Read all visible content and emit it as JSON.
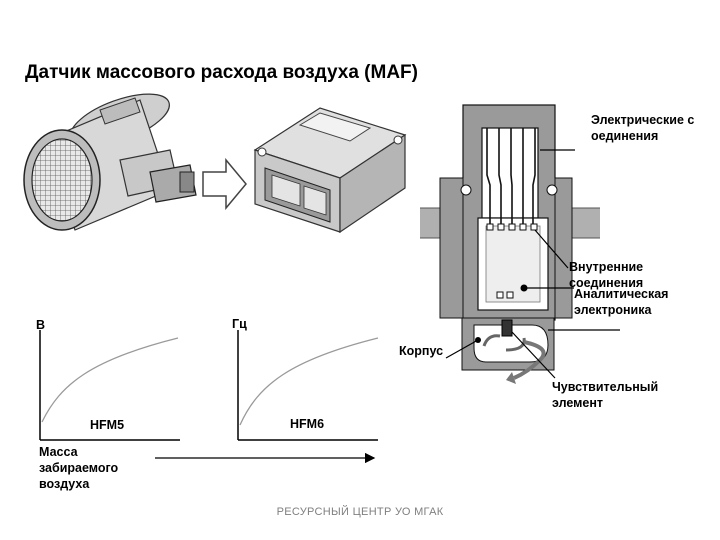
{
  "title": "Датчик массового расхода воздуха (MAF)",
  "labels": {
    "electric_connections": "Электрические соединения",
    "internal_connections": "Внутренние соединения",
    "analytic_electronics": "Аналитическая электроника",
    "housing": "Корпус",
    "sensing_element": "Чувствительный элемент"
  },
  "graph_left": {
    "y_label": "В",
    "curve_label": "HFM5"
  },
  "graph_right": {
    "y_label": "Гц",
    "curve_label": "HFM6"
  },
  "x_label": "Масса забираемого воздуха",
  "footer": "РЕСУРСНЫЙ ЦЕНТР УО МГАК",
  "colors": {
    "text": "#000000",
    "curve": "#9a9a9a",
    "footer": "#7f7f7f"
  }
}
